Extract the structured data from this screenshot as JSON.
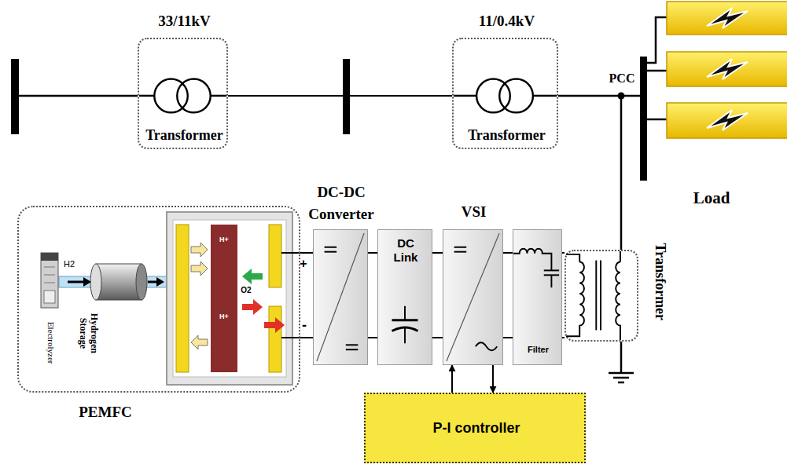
{
  "diagram": {
    "nodes": [
      {
        "text": [
          "33/11kV",
          "Transformer"
        ]
      },
      {
        "text": [
          "11/0.4kV",
          "Transformer"
        ]
      },
      {
        "text": [
          "PEMFC"
        ]
      },
      {
        "text": [
          "DC-DC Converter"
        ]
      },
      {
        "text": [
          "DC Link"
        ]
      },
      {
        "text": [
          "VSI"
        ]
      },
      {
        "text": [
          "Filter"
        ]
      },
      {
        "text": [
          "Transformer"
        ]
      },
      {
        "text": [
          "P-I controller"
        ]
      }
    ],
    "edges": [
      {
        "from": 0,
        "to": 1,
        "arrow": "none"
      },
      {
        "from": 2,
        "to": 3,
        "arrow": "none"
      },
      {
        "from": 3,
        "to": 4,
        "arrow": "none"
      },
      {
        "from": 4,
        "to": 5,
        "arrow": "none"
      },
      {
        "from": 5,
        "to": 6,
        "arrow": "none"
      },
      {
        "from": 6,
        "to": 7,
        "arrow": "none"
      },
      {
        "from": 8,
        "to": 5,
        "arrow": "to"
      },
      {
        "from": 5,
        "to": 8,
        "arrow": "to"
      }
    ],
    "labels": [
      "+",
      "-",
      "H2",
      "O2",
      "H+",
      "H+",
      "Electrolyzer",
      "Hydrogen Storage",
      "PCC",
      "Load"
    ]
  }
}
